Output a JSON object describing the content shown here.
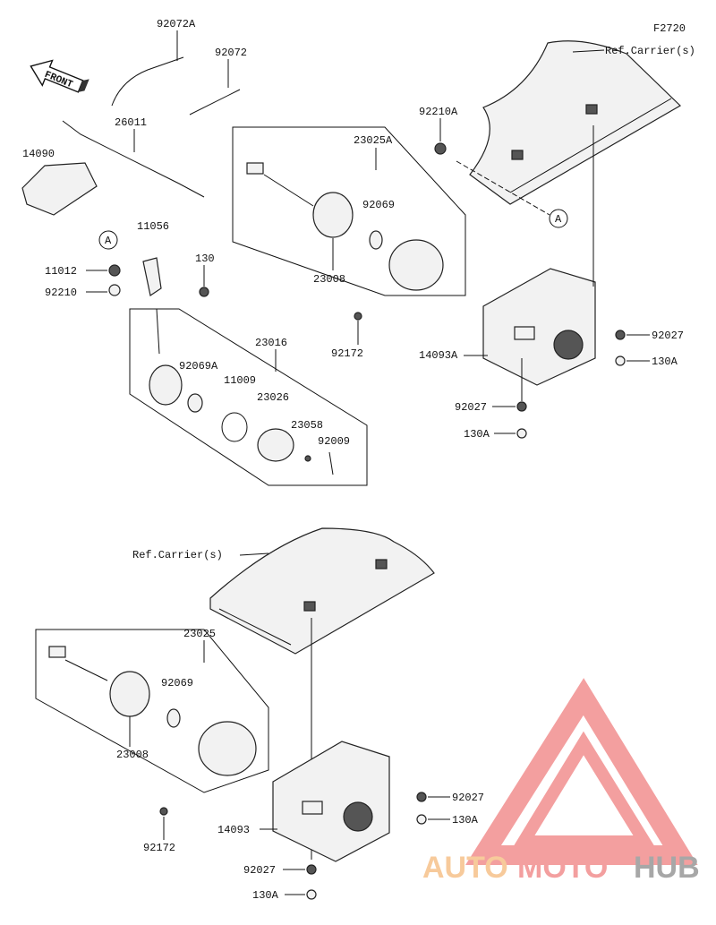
{
  "figure_code": "F2720",
  "front_label": "FRONT",
  "ref_top": "Ref.Carrier(s)",
  "ref_bottom": "Ref.Carrier(s)",
  "callout_letter": "A",
  "parts": {
    "p92072A": "92072A",
    "p92072": "92072",
    "p26011": "26011",
    "p14090": "14090",
    "p11056": "11056",
    "p11012": "11012",
    "p92210": "92210",
    "p130": "130",
    "p23025A": "23025A",
    "p92069_top": "92069",
    "p23008_top": "23008",
    "p92210A": "92210A",
    "p92172_top": "92172",
    "p14093A": "14093A",
    "p92027_r1": "92027",
    "p130A_r1": "130A",
    "p92027_r2": "92027",
    "p130A_r2": "130A",
    "p23016": "23016",
    "p92069A": "92069A",
    "p11009": "11009",
    "p23026": "23026",
    "p23058": "23058",
    "p92009": "92009",
    "p23025": "23025",
    "p92069_bot": "92069",
    "p23008_bot": "23008",
    "p92172_bot": "92172",
    "p14093": "14093",
    "p92027_b1": "92027",
    "p130A_b1": "130A",
    "p92027_b2": "92027",
    "p130A_b2": "130A"
  },
  "watermark": {
    "part1": "AUTO",
    "part2": "MOTO",
    "part3": "HUB"
  },
  "colors": {
    "watermark_orange": "#f5b97a",
    "watermark_red": "#f08080",
    "watermark_gray": "#8a8a8a"
  }
}
